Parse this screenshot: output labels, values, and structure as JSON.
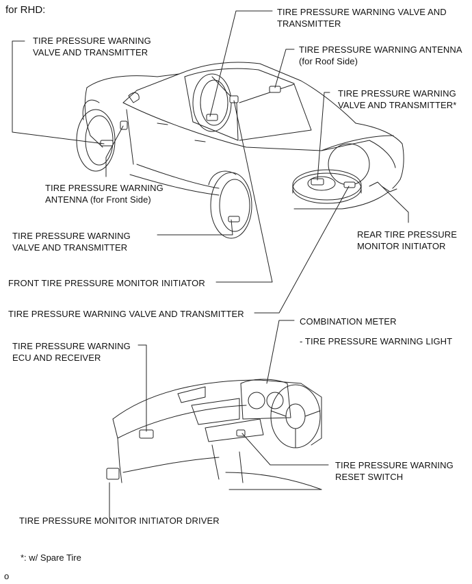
{
  "header": "for RHD:",
  "labels": {
    "tpwvt_top_center": [
      "TIRE PRESSURE WARNING VALVE AND",
      "TRANSMITTER"
    ],
    "tpwvt_top_left": [
      "TIRE PRESSURE WARNING",
      "VALVE AND TRANSMITTER"
    ],
    "antenna_roof": [
      "TIRE PRESSURE WARNING ANTENNA",
      "(for Roof Side)"
    ],
    "tpwvt_spare": [
      "TIRE PRESSURE WARNING",
      "VALVE AND TRANSMITTER*"
    ],
    "antenna_front": [
      "TIRE PRESSURE WARNING",
      "ANTENNA (for Front Side)"
    ],
    "tpwvt_front_right": [
      "TIRE PRESSURE WARNING",
      "VALVE AND TRANSMITTER"
    ],
    "rear_initiator": [
      "REAR TIRE PRESSURE",
      "MONITOR INITIATOR"
    ],
    "front_initiator": [
      "FRONT TIRE PRESSURE MONITOR INITIATOR"
    ],
    "tpwvt_rear": [
      "TIRE PRESSURE WARNING VALVE AND TRANSMITTER"
    ],
    "combination_meter": [
      "COMBINATION METER"
    ],
    "warning_light": [
      "- TIRE PRESSURE WARNING LIGHT"
    ],
    "ecu_receiver": [
      "TIRE PRESSURE WARNING",
      "ECU AND RECEIVER"
    ],
    "reset_switch": [
      "TIRE PRESSURE WARNING",
      "RESET SWITCH"
    ],
    "initiator_driver": [
      "TIRE PRESSURE MONITOR INITIATOR DRIVER"
    ]
  },
  "footnote": "*: w/ Spare Tire",
  "figure_id": "o"
}
